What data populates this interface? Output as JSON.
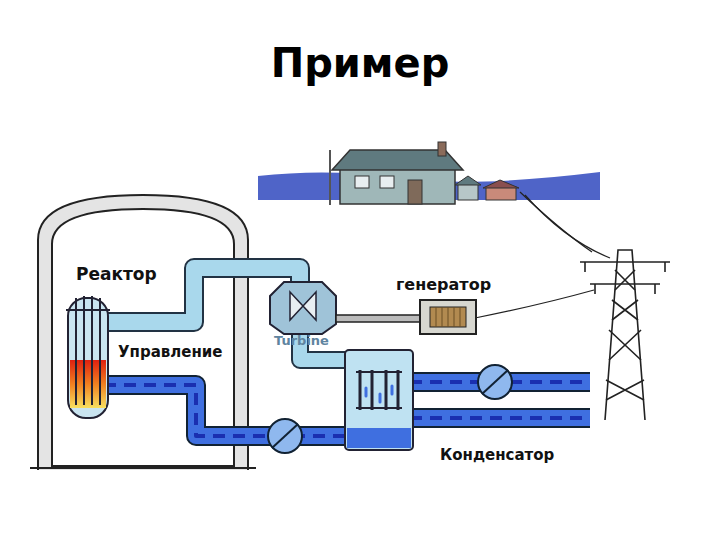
{
  "diagram": {
    "title": "Пример",
    "labels": [
      "Реактор",
      "генератор",
      "Turbine",
      "Управление",
      "Конденсатор"
    ]
  }
}
